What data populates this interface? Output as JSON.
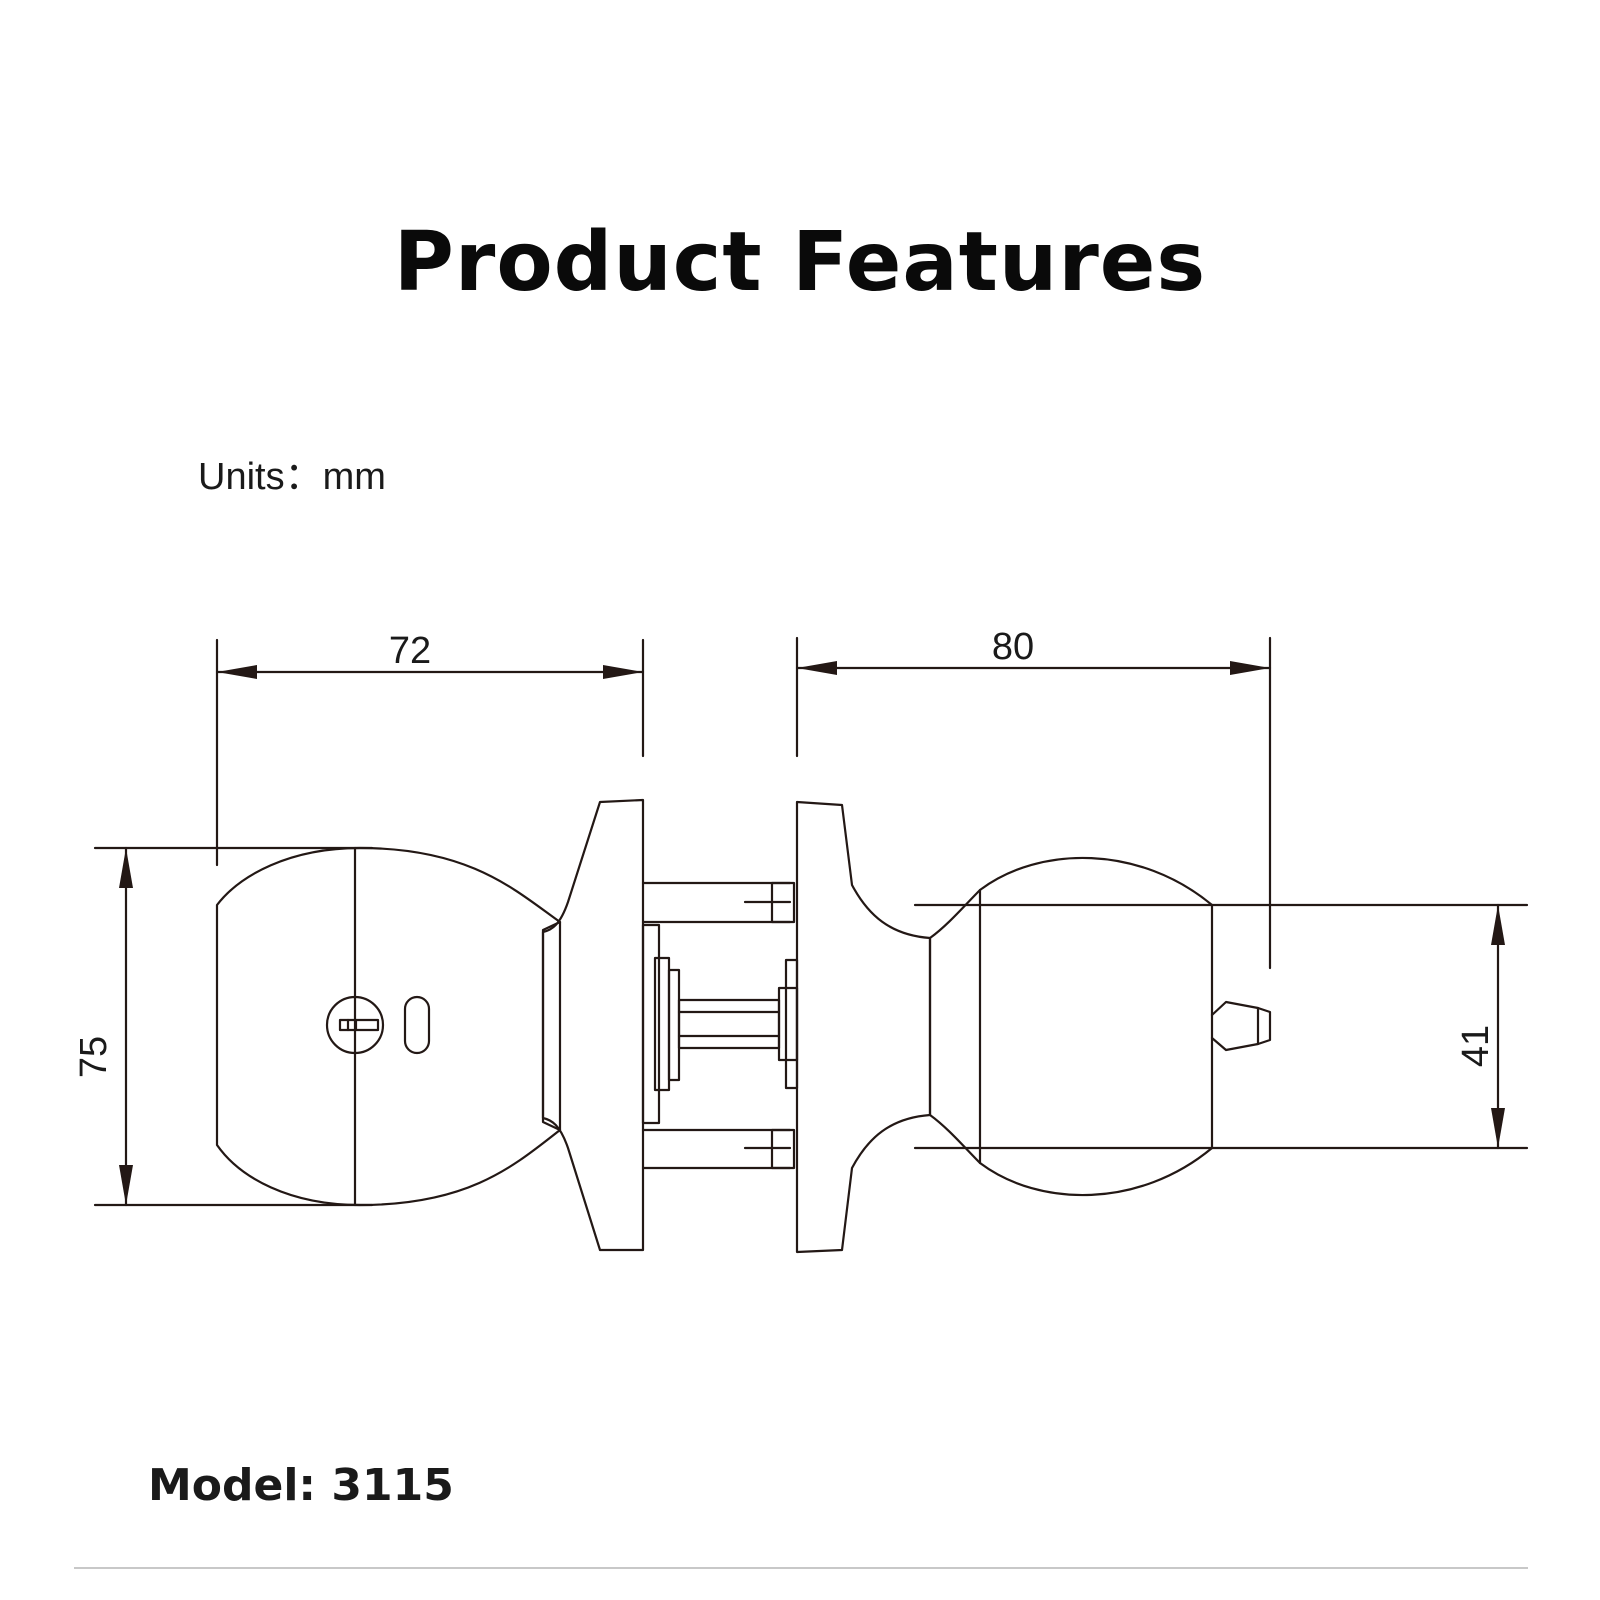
{
  "header": {
    "title": "Product Features"
  },
  "units_label": "Units：mm",
  "model_label": "Model: 3115",
  "drawing": {
    "dimensions": {
      "left_knob_length": "72",
      "right_knob_length": "80",
      "left_knob_diameter": "75",
      "right_knob_diameter": "41"
    }
  },
  "colors": {
    "line": "#231815",
    "text": "#1a1a1a",
    "rule": "#c8c8c8",
    "background": "#ffffff"
  }
}
